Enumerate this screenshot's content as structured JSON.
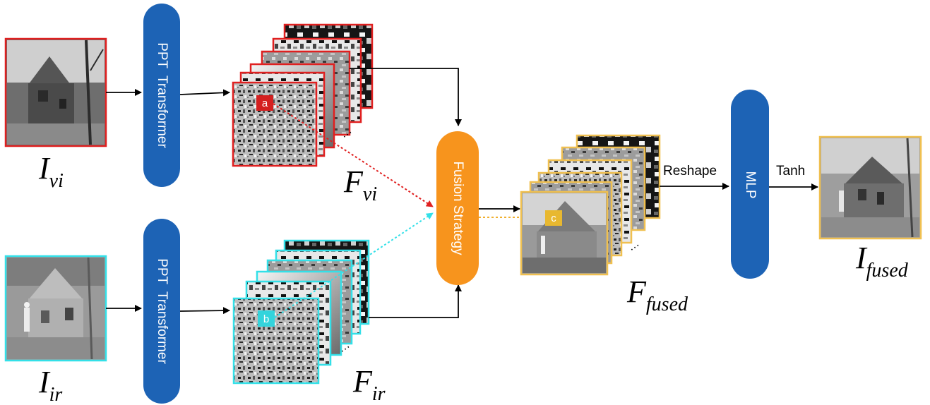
{
  "inputs": {
    "visible_symbol": "I",
    "visible_subscript": "vi",
    "infrared_symbol": "I",
    "infrared_subscript": "ir"
  },
  "encoders": {
    "top_label": "PPT  Transformer",
    "bottom_label": "PPT  Transformer"
  },
  "features": {
    "visible_symbol": "F",
    "visible_subscript": "vi",
    "infrared_symbol": "F",
    "infrared_subscript": "ir",
    "visible_patch": "a",
    "infrared_patch": "b",
    "fused_patch": "c",
    "ellipsis": "…",
    "fused_symbol": "F",
    "fused_subscript": "fused"
  },
  "fusion": {
    "label": "Fusion Strategy"
  },
  "head": {
    "reshape_label": "Reshape",
    "mlp_label": "MLP",
    "tanh_label": "Tanh"
  },
  "output": {
    "symbol": "I",
    "subscript": "fused"
  },
  "colors": {
    "visible": "#e02020",
    "infrared": "#33e0e8",
    "fused": "#f0c050",
    "module_blue": "#1d63b5",
    "fusion_orange": "#f7941d"
  }
}
